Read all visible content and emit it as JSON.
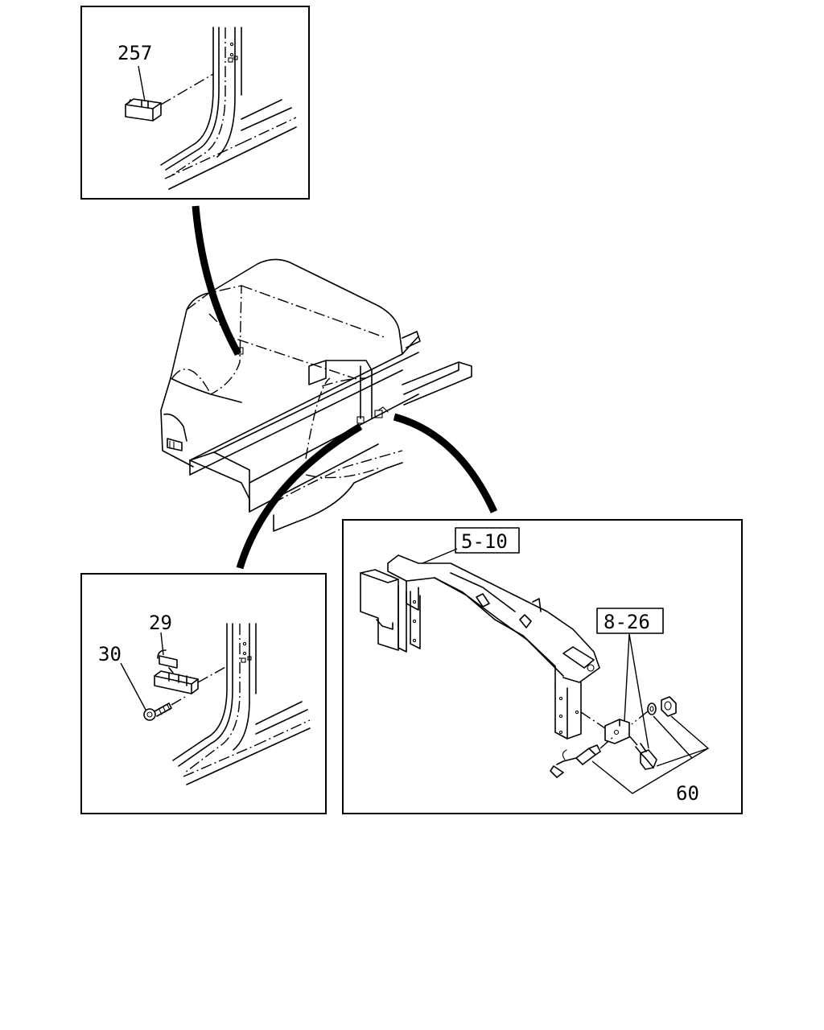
{
  "callouts": {
    "part_257": "257",
    "part_29": "29",
    "part_30": "30",
    "ref_5_10": "5-10",
    "ref_8_26": "8-26",
    "part_60": "60"
  }
}
